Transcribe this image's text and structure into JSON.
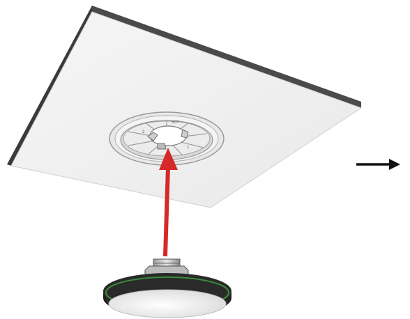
{
  "diagram": {
    "colors": {
      "background": "#ffffff",
      "tile_top": "#f1f1f1",
      "tile_edge": "#4a4a4a",
      "mount_ring": "#d9d9d9",
      "mount_inner": "#bdbdbd",
      "arrow_red": "#d42a2a",
      "arrow_next": "#111111",
      "device_body": "#2a2a2a",
      "device_trim": "#3c8a3c",
      "device_lens": "#f4f4f4"
    },
    "icons": {
      "ceiling_tile": "ceiling-tile",
      "mounting_bracket": "mounting-bracket-icon",
      "insertion_arrow": "up-arrow-icon",
      "device": "ceiling-device",
      "next_step_arrow": "right-arrow-icon"
    },
    "mount_labels": [
      "2",
      "NOT",
      "1"
    ]
  }
}
